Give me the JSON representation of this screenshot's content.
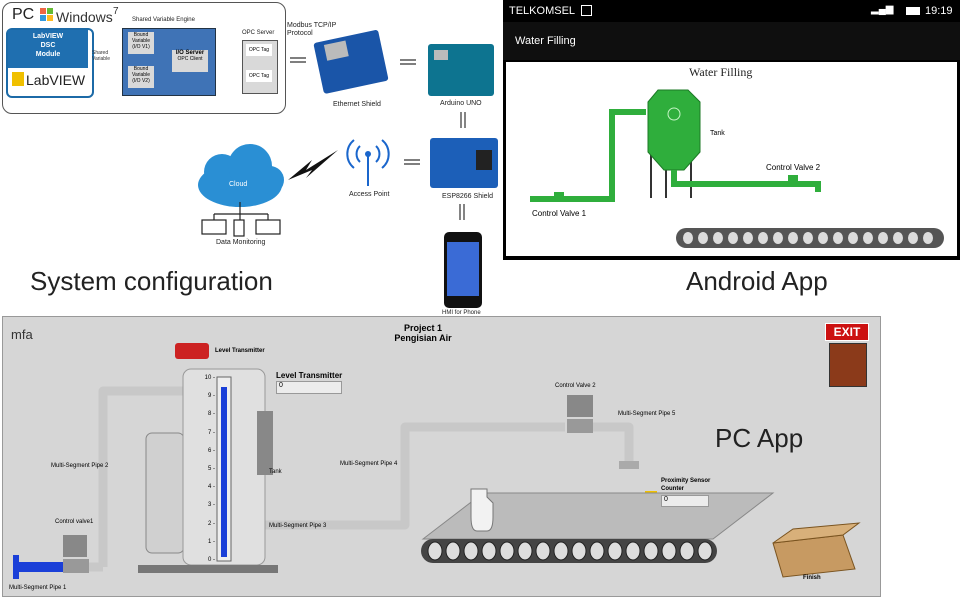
{
  "pc_panel": {
    "pc_label": "PC",
    "windows_label": "Windows",
    "windows_version": "7",
    "labview_module": "LabVIEW\nDSC\nModule",
    "labview_brand": "LabVIEW",
    "sve_title": "Shared Variable Engine",
    "bound_var_1": "Bound Variable (I/O V1)",
    "bound_var_2": "Bound Variable (I/O V2)",
    "io_server": "I/O Server",
    "opc_client": "OPC Client",
    "opc_server": "OPC Server",
    "opc_tag_1": "OPC Tag",
    "opc_tag_2": "OPC Tag",
    "shared_variable": "Shared Variable"
  },
  "network": {
    "modbus_label": "Modbus TCP/IP Protocol",
    "ethernet_shield": "Ethernet Shield",
    "arduino_uno": "Arduino UNO",
    "esp_shield": "ESP8266 Shield",
    "access_point": "Access Point",
    "cloud": "Cloud",
    "data_monitoring": "Data Monitoring",
    "hmi_phone": "HMI for Phone"
  },
  "captions": {
    "system_configuration": "System configuration",
    "android_app": "Android App",
    "pc_app": "PC App"
  },
  "android": {
    "carrier": "TELKOMSEL",
    "time": "19:19",
    "app_title": "Water Filling",
    "screen_title": "Water Filling",
    "tank_label": "Tank",
    "valve1_label": "Control Valve 1",
    "valve2_label": "Control Valve 2"
  },
  "pcapp": {
    "mfa_label": "mfa",
    "project_line1": "Project 1",
    "project_line2": "Pengisian Air",
    "exit_label": "EXIT",
    "level_transmitter_top": "Level Transmitter",
    "level_transmitter_label": "Level Transmitter",
    "level_value": "0",
    "tank_label": "Tank",
    "pipe1": "Multi-Segment Pipe 1",
    "pipe2": "Multi-Segment Pipe 2",
    "pipe3": "Multi-Segment Pipe 3",
    "pipe4": "Multi-Segment Pipe 4",
    "pipe5": "Multi-Segment Pipe 5",
    "control_valve1": "Control valve1",
    "control_valve2": "Control Valve 2",
    "proximity_label": "Proximity Sensor Counter",
    "proximity_value": "0",
    "finish_label": "Finish",
    "scale": [
      "10",
      "9",
      "8",
      "7",
      "6",
      "5",
      "4",
      "3",
      "2",
      "1",
      "0"
    ]
  },
  "colors": {
    "labview_blue": "#1f6fb0",
    "sve_blue": "#3f73b6",
    "pipe_green": "#2fae3c",
    "pipe_gray": "#c8c8c8",
    "exit_red": "#cc1111",
    "cloud_blue": "#2a8fd4"
  }
}
